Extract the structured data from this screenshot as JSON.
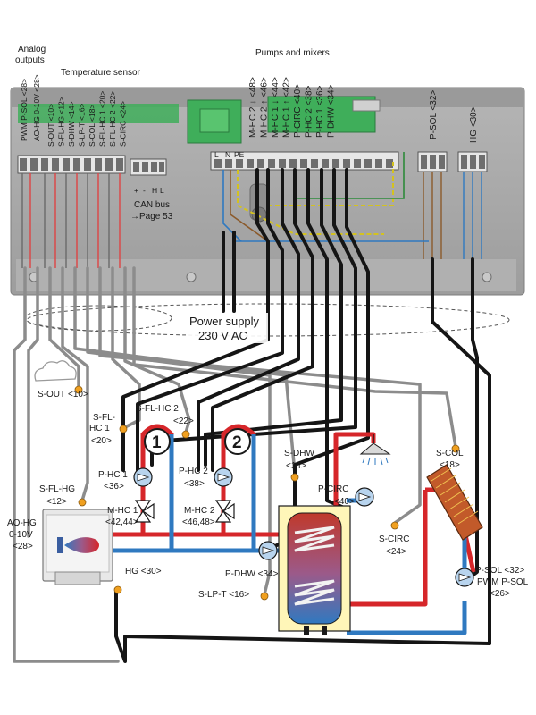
{
  "headers": {
    "analog_line1": "Analog",
    "analog_line2": "outputs",
    "temp_sensor": "Temperature sensor",
    "pumps_mixers": "Pumps and mixers"
  },
  "analog_terminals": [
    "PWM P-SOL <28>",
    "AO-HG 0-10V <28>"
  ],
  "sensor_terminals": [
    "S-OUT <10>",
    "S-FL-HG <12>",
    "S-DHW <14>",
    "S-LP-T <16>",
    "S-COL <18>",
    "S-FL-HC 1 <20>",
    "S-FL-HC 2 <22>",
    "S-CIRC <24>"
  ],
  "pump_terminals": [
    "M-HC 2 ↓ <48>",
    "M-HC 2 ↑ <46>",
    "M-HC 1 ↓ <44>",
    "M-HC 1 ↑ <42>",
    "P-CIRC <40>",
    "P-HC 2 <38>",
    "P-HC 1 <36>",
    "P-DHW <34>"
  ],
  "right_terminals": [
    "P-SOL <32>",
    "HG <30>"
  ],
  "terminal_letters": {
    "l": "L",
    "n": "N",
    "pe": "PE",
    "plus": "+",
    "minus": "-",
    "h": "H",
    "lo": "L"
  },
  "can_bus": {
    "line1": "CAN bus",
    "line2": "→Page 53"
  },
  "power_supply": {
    "line1": "Power supply",
    "line2": "230 V AC"
  },
  "circuit_numbers": {
    "hc1": "1",
    "hc2": "2"
  },
  "labels": {
    "s_out_name": "S-OUT",
    "s_out_num": "<10>",
    "s_fl_hc1_l1": "S-FL-",
    "s_fl_hc1_l2": "HC 1",
    "s_fl_hc1_num": "<20>",
    "s_fl_hc2_name": "S-FL-HC 2",
    "s_fl_hc2_num": "<22>",
    "s_dhw_name": "S-DHW",
    "s_dhw_num": "<14>",
    "s_col_name": "S-COL",
    "s_col_num": "<18>",
    "p_hc1_name": "P-HC 1",
    "p_hc1_num": "<36>",
    "p_hc2_name": "P-HC 2",
    "p_hc2_num": "<38>",
    "s_fl_hg_name": "S-FL-HG",
    "s_fl_hg_num": "<12>",
    "m_hc1_name": "M-HC 1",
    "m_hc1_num": "<42,44>",
    "m_hc2_name": "M-HC 2",
    "m_hc2_num": "<46,48>",
    "p_circ_name": "P-CIRC",
    "p_circ_num": "<40>",
    "s_circ_name": "S-CIRC",
    "s_circ_num": "<24>",
    "ao_hg_l1": "AO-HG",
    "ao_hg_l2": "0-10V",
    "ao_hg_num": "<28>",
    "hg": "HG <30>",
    "p_dhw": "P-DHW <34>",
    "s_lp_t": "S-LP-T <16>",
    "p_sol": "P-SOL <32>",
    "pwm_p_sol": "PWM P-SOL",
    "pwm_p_sol_num": "<26>"
  },
  "colors": {
    "housing": "#a9a9a9",
    "housing_dark": "#8a8a8a",
    "green_board": "#3fae5a",
    "flow_red": "#d6262a",
    "return_blue": "#2f79c0",
    "cable_black": "#151515",
    "cable_grey": "#8c8c8c",
    "sensor_orange": "#f0a020",
    "tank_yellow": "#fff6b8",
    "pump_blue": "#b8d4ee"
  }
}
